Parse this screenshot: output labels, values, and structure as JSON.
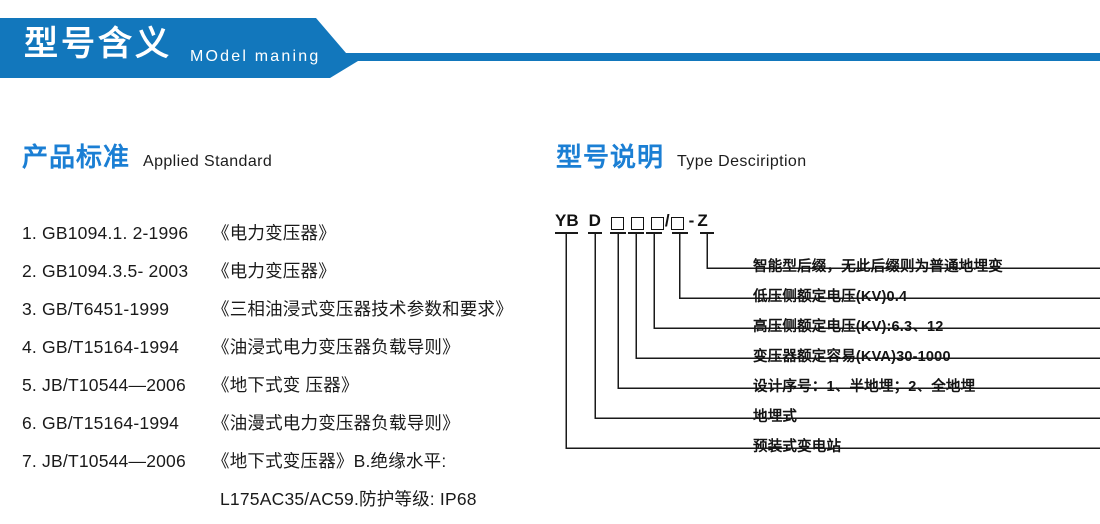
{
  "header": {
    "title_cn": "型号含义",
    "title_en": "MOdel maning",
    "bar_color": "#1277bc"
  },
  "sections": {
    "left": {
      "title_cn": "产品标准",
      "title_en": "Applied Standard",
      "accent_color": "#1b7fd4"
    },
    "right": {
      "title_cn": "型号说明",
      "title_en": "Type Desciription",
      "accent_color": "#1b7fd4"
    }
  },
  "standards": [
    {
      "code": "1. GB1094.1. 2-1996",
      "name": "《电力变压器》"
    },
    {
      "code": "2. GB1094.3.5- 2003",
      "name": "《电力变压器》"
    },
    {
      "code": "3. GB/T6451-1999",
      "name": "《三相油浸式变压器技术参数和要求》"
    },
    {
      "code": "4. GB/T15164-1994",
      "name": "《油浸式电力变压器负载导则》"
    },
    {
      "code": "5. JB/T10544—2006",
      "name": "《地下式变 压器》"
    },
    {
      "code": "6. GB/T15164-1994",
      "name": "《油漫式电力变压器负载导则》"
    },
    {
      "code": "7. JB/T10544—2006",
      "name": "《地下式变压器》B.绝缘水平:"
    }
  ],
  "standards_continuation": "L175AC35/AC59.防护等级: IP68",
  "type_code": {
    "segments": [
      "YB",
      "D",
      "box",
      "box",
      "box",
      "/",
      "box",
      "-",
      "Z"
    ],
    "text": "YB D □□□/□ -Z"
  },
  "type_labels": [
    "智能型后缀，无此后缀则为普通地埋变",
    "低压侧额定电压(KV)0.4",
    "高压侧额定电压(KV):6.3、12",
    "变压器额定容易(KVA)30-1000",
    "设计序号：1、半地埋；2、全地埋",
    "地埋式",
    "预装式变电站"
  ]
}
